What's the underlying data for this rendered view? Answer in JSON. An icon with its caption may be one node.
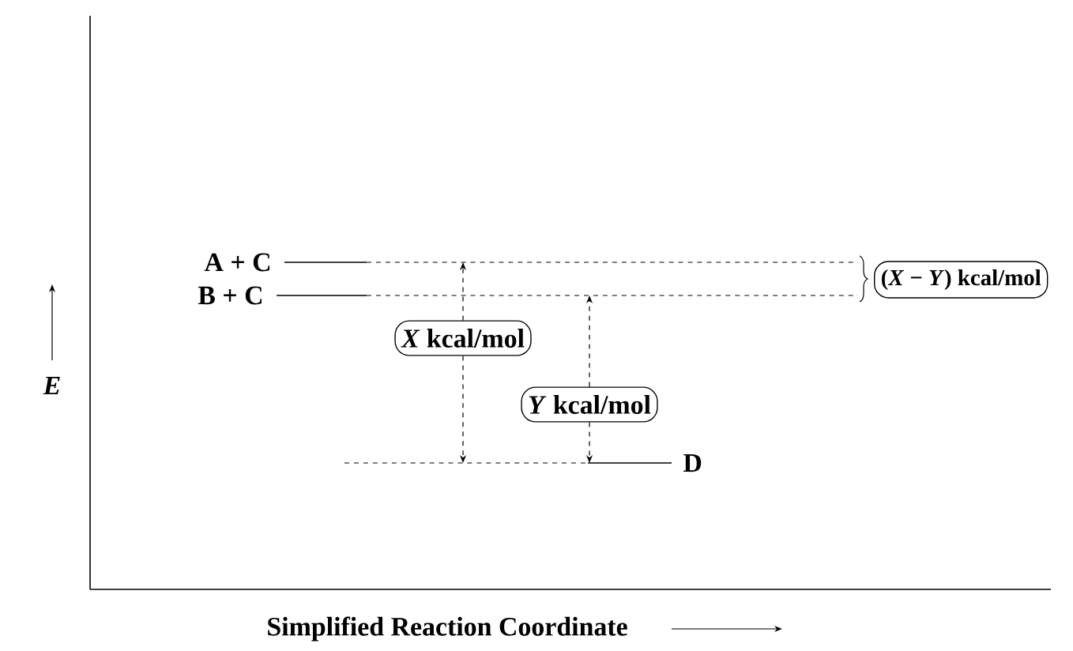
{
  "diagram": {
    "nodes": [
      {
        "text": [],
        "shape": "bar",
        "beside": [
          "A + C"
        ]
      },
      {
        "text": [
          "(*X* − *Y*) kcal/mol"
        ]
      },
      {
        "text": [],
        "shape": "bar",
        "beside": [
          "B + C"
        ]
      },
      {
        "text": [
          "*X* kcal/mol"
        ]
      },
      {
        "text": [
          "*Y* kcal/mol"
        ]
      },
      {
        "text": [],
        "shape": "bar",
        "beside": [
          "D"
        ]
      }
    ],
    "edges": [
      {
        "from": 3,
        "to": 0,
        "arrow": "to",
        "style": "dashed"
      },
      {
        "from": 3,
        "to": 5,
        "arrow": "to",
        "style": "dashed"
      },
      {
        "from": 4,
        "to": 2,
        "arrow": "to",
        "style": "dashed"
      },
      {
        "from": 4,
        "to": 5,
        "arrow": "to",
        "style": "dashed"
      }
    ],
    "labels": [
      "E",
      "Simplified Reaction Coordinate"
    ]
  }
}
